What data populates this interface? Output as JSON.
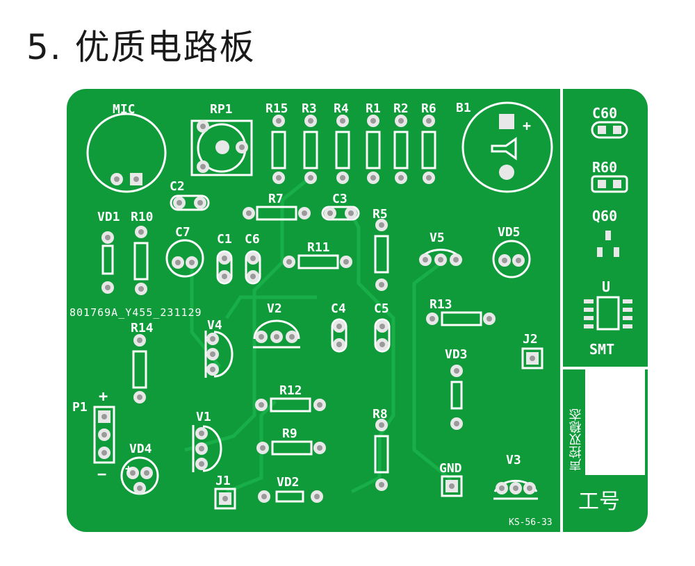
{
  "heading": "5. 优质电路板",
  "board": {
    "silkscreen": {
      "mic": "MIC",
      "rp1": "RP1",
      "r15": "R15",
      "r3": "R3",
      "r4": "R4",
      "r1": "R1",
      "r2": "R2",
      "r6": "R6",
      "b1": "B1",
      "b1_plus": "+",
      "c2": "C2",
      "r7": "R7",
      "c3": "C3",
      "vd1": "VD1",
      "r10": "R10",
      "c7": "C7",
      "c1": "C1",
      "c6": "C6",
      "r11": "R11",
      "r5": "R5",
      "v5": "V5",
      "vd5": "VD5",
      "serial": "801769A_Y455_231129",
      "v2": "V2",
      "c4": "C4",
      "c5": "C5",
      "r13": "R13",
      "r14": "R14",
      "v4": "V4",
      "j2": "J2",
      "vd3": "VD3",
      "r12": "R12",
      "p1": "P1",
      "p1_plus": "+",
      "p1_minus": "−",
      "v1": "V1",
      "r9": "R9",
      "r8": "R8",
      "vd4": "VD4",
      "vd4_plus": "+",
      "gnd": "GND",
      "v3": "V3",
      "j1": "J1",
      "vd2": "VD2",
      "model": "KS-56-33"
    },
    "smd": {
      "c60": "C60",
      "r60": "R60",
      "q60": "Q60",
      "u": "U",
      "smt": "SMT"
    },
    "label_area": {
      "title": "声控双稳态",
      "number_label": "工号"
    }
  }
}
